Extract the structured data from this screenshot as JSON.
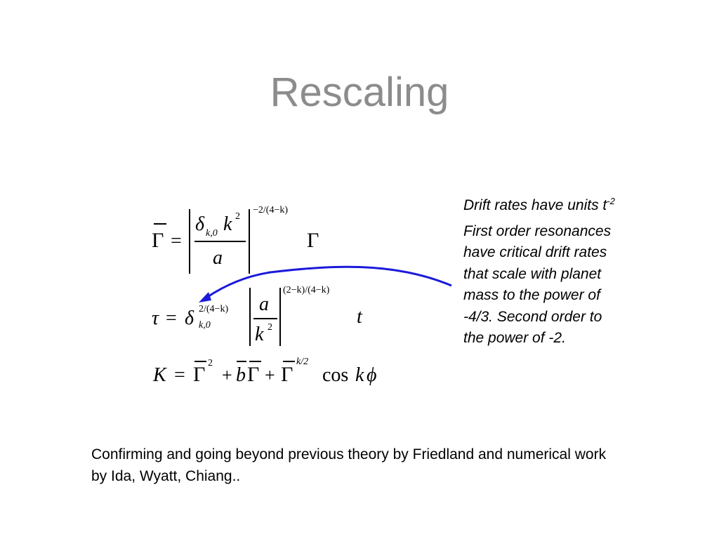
{
  "slide": {
    "title": "Rescaling",
    "notes": {
      "p1_text": "Drift rates have units t",
      "p1_exponent": "-2",
      "p2_text": "First order resonances have critical drift rates that scale with planet mass to the power of -4/3. Second order to the power of -2."
    },
    "footer": "Confirming and going beyond previous theory by Friedland and numerical work by Ida, Wyatt, Chiang..",
    "arrow_color": "#1a1adb",
    "title_color": "#8c8c8c"
  },
  "equations": {
    "eq1": {
      "lhs": "Γ",
      "delta": "δ",
      "delta_sub": "k,0",
      "k": "k",
      "k_exp": "2",
      "denominator": "a",
      "exponent": "−2/(4−k)",
      "rhs": "Γ"
    },
    "eq2": {
      "lhs": "τ",
      "delta": "δ",
      "delta_exp": "2/(4−k)",
      "delta_sub": "k,0",
      "numerator": "a",
      "den_k": "k",
      "den_exp": "2",
      "exponent": "(2−k)/(4−k)",
      "rhs": "t"
    },
    "eq3": {
      "lhs": "K",
      "g1": "Γ",
      "g1_exp": "2",
      "b": "b",
      "g2": "Γ",
      "g3": "Γ",
      "g3_exp": "k/2",
      "cos": "cos",
      "k": "k",
      "phi": "ϕ"
    }
  }
}
